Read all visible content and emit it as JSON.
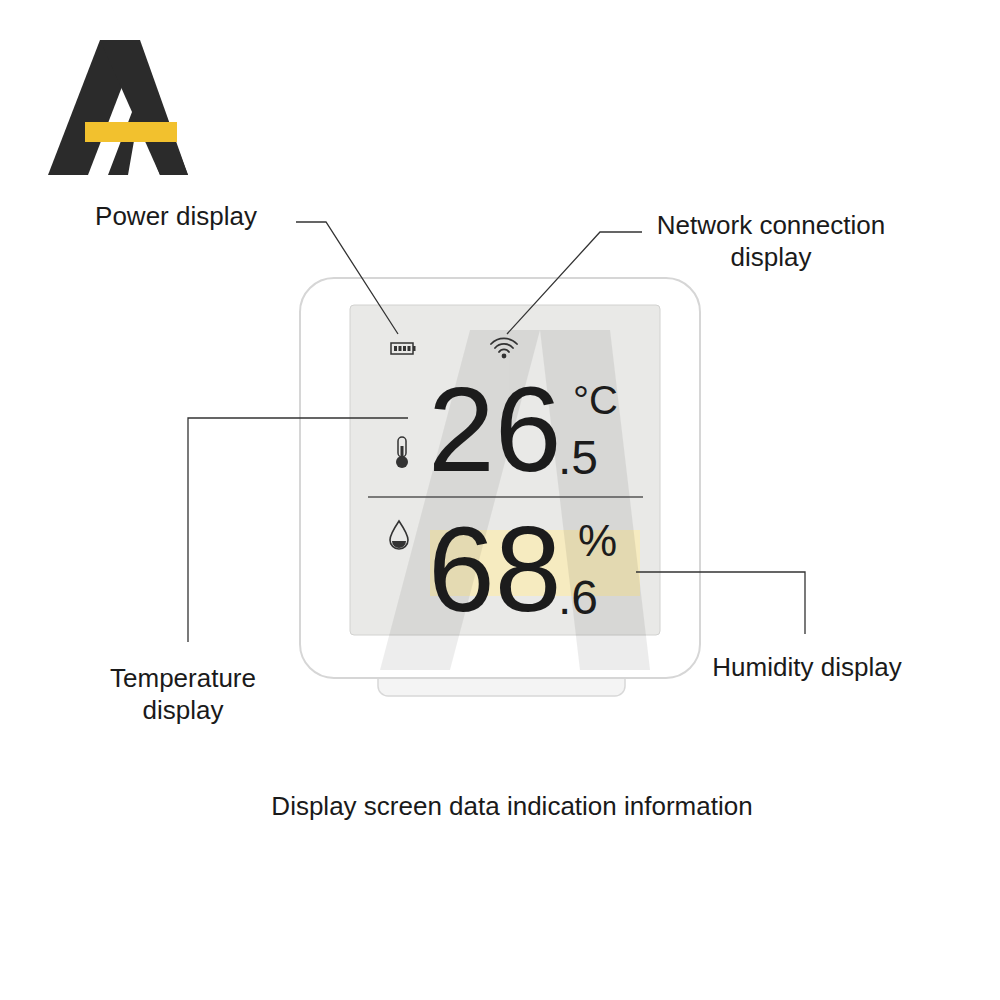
{
  "diagram": {
    "caption": "Display screen data indication information",
    "labels": [
      "Power display",
      "Network connection display",
      "26",
      ".5",
      "°C",
      "Temperature display",
      "68",
      ".6",
      "%",
      "Humidity display"
    ]
  }
}
